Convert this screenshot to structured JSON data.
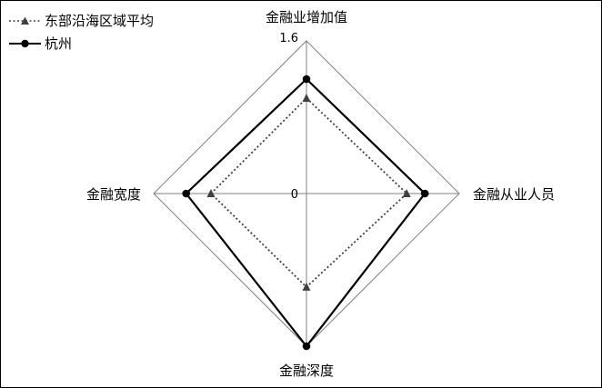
{
  "chart_data": {
    "type": "radar",
    "axes": [
      "金融业增加值",
      "金融从业人员",
      "金融深度",
      "金融宽度"
    ],
    "range": [
      0,
      1.6
    ],
    "tick_labels": [
      "0",
      "1.6"
    ],
    "series": [
      {
        "name": "东部沿海区域平均",
        "values": [
          1.0,
          1.05,
          0.98,
          1.0
        ],
        "line_style": "dotted",
        "marker": "triangle",
        "color": "#404040"
      },
      {
        "name": "杭州",
        "values": [
          1.2,
          1.24,
          1.6,
          1.26
        ],
        "line_style": "solid",
        "marker": "circle",
        "color": "#000000"
      }
    ],
    "legend_position": "top-left",
    "grid_color": "#808080"
  }
}
